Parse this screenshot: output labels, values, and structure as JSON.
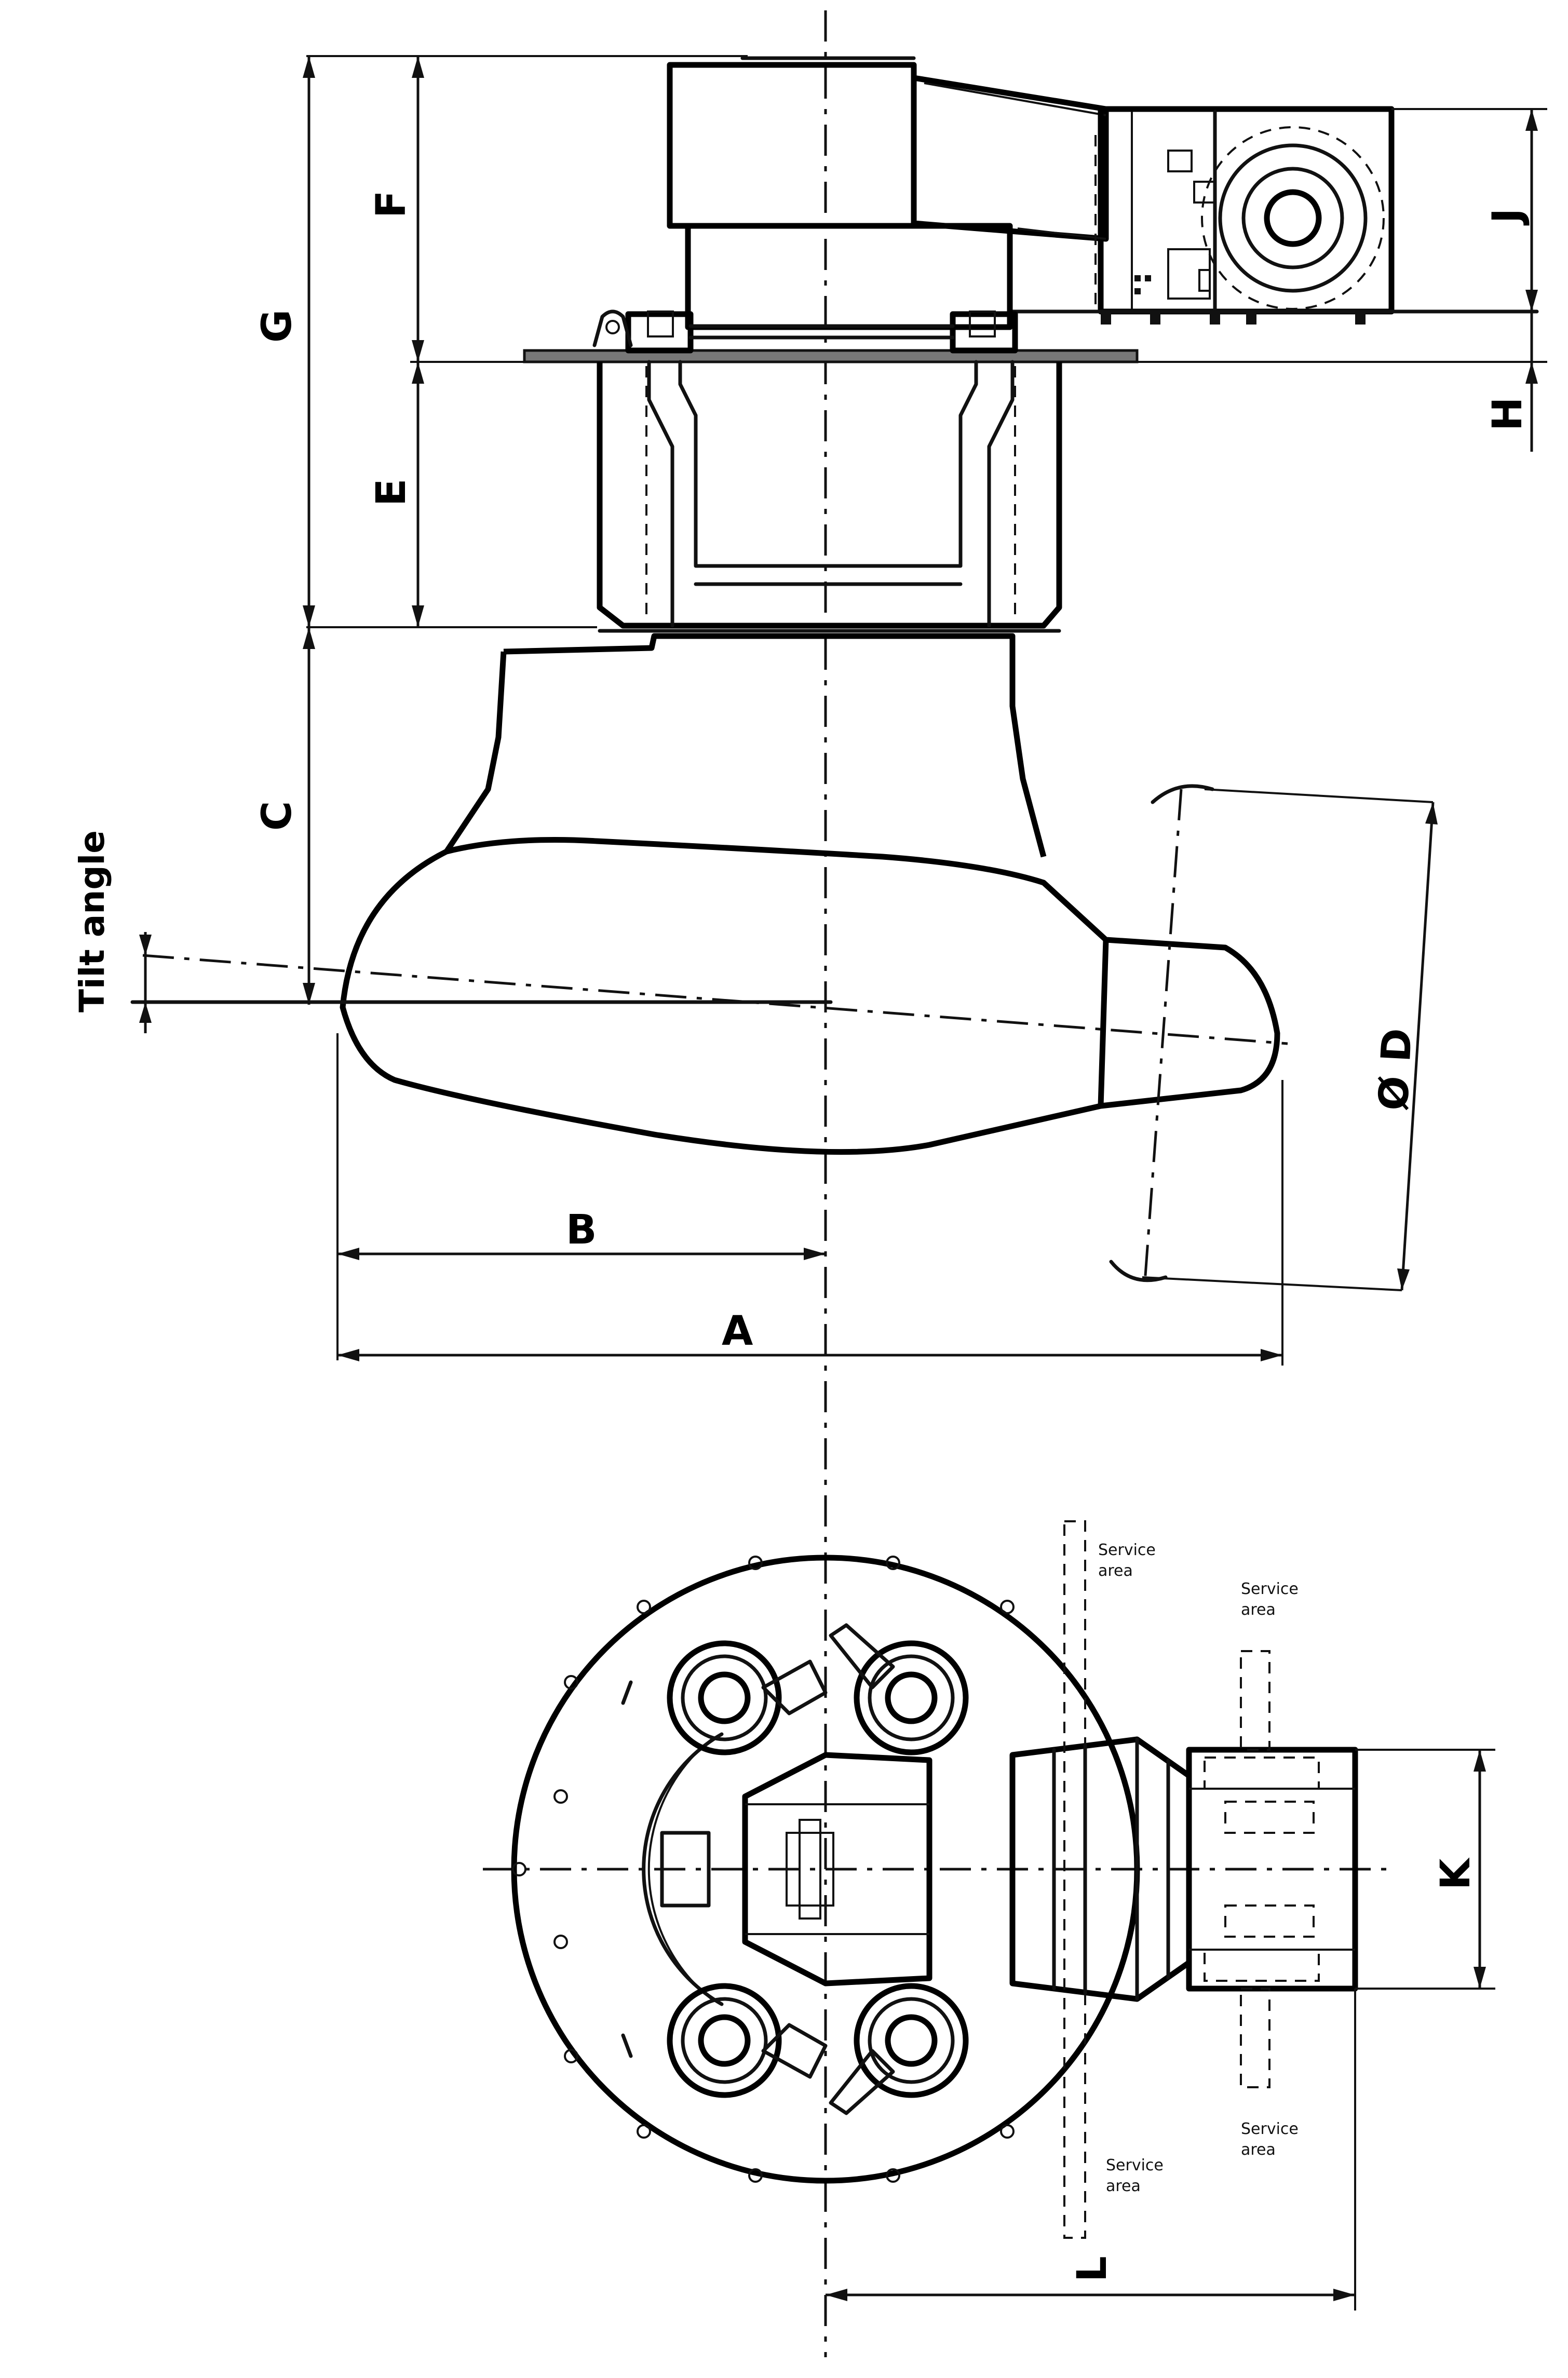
{
  "labels": {
    "A": "A",
    "B": "B",
    "C": "C",
    "D": "Ø D",
    "E": "E",
    "F": "F",
    "G": "G",
    "H": "H",
    "J": "J",
    "K": "K",
    "L": "L",
    "tilt": "Tilt angle"
  },
  "service_areas": [
    {
      "line1": "Service",
      "line2": "area"
    },
    {
      "line1": "Service",
      "line2": "area"
    },
    {
      "line1": "Service",
      "line2": "area"
    },
    {
      "line1": "Service",
      "line2": "area"
    }
  ]
}
